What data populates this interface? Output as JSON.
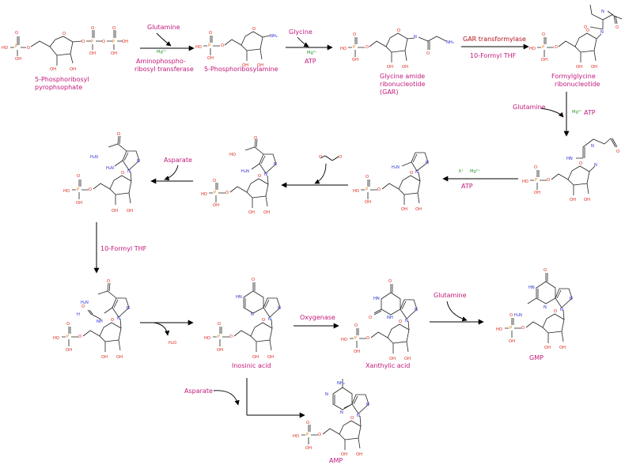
{
  "compounds": {
    "prpp_line1": "5-Phosphoribosyl",
    "prpp_line2": "pyrophsophate",
    "pra": "5-Phosphoribosylamine",
    "gar_line1": "Glycine amide",
    "gar_line2": "ribonucleotide",
    "gar_line3": "(GAR)",
    "fgar_line1": "Formylglycine",
    "fgar_line2": "ribonucleotide",
    "imp": "Inosinic acid",
    "xmp": "Xanthylic acid",
    "gmp": "GMP",
    "amp": "AMP"
  },
  "reagents": {
    "glutamine_1": "Glutamine",
    "glycine": "Glycine",
    "glutamine_2": "Glutamine",
    "asparate_1": "Asparate",
    "formyl_thf_2": "10-Formyl THF",
    "glutamine_3": "Glutamine",
    "asparate_2": "Asparate"
  },
  "enzymes": {
    "amido_line1": "Aminophospho-",
    "amido_line2": "ribosyl transferase",
    "gar_transformylase": "GAR transformylase",
    "formyl_thf_1": "10-Formyl THF",
    "oxygenase": "Oxygenase"
  },
  "cofactors": {
    "atp_1": "ATP",
    "atp_2": "ATP",
    "atp_3": "ATP",
    "mg_1": "Mg²⁺",
    "mg_2": "Mg²⁺",
    "mg_3": "Mg²⁺",
    "mg_4": "Mg²⁺",
    "k": "K⁺",
    "h2o": "H₂O"
  },
  "atoms": {
    "oh": "OH",
    "ho": "HO",
    "o": "O",
    "p": "P",
    "nh2": "NH₂",
    "h2n": "H₂N",
    "n": "N",
    "nh": "NH",
    "hn": "HN",
    "h": "H"
  },
  "colors": {
    "label": "#c2187a",
    "enzyme_red": "#b5121b",
    "oxygen": "#e0261b",
    "nitrogen": "#2b2bd6",
    "phosphorus": "#e07b00",
    "metal": "#2a9a2a",
    "bond": "#222222"
  }
}
